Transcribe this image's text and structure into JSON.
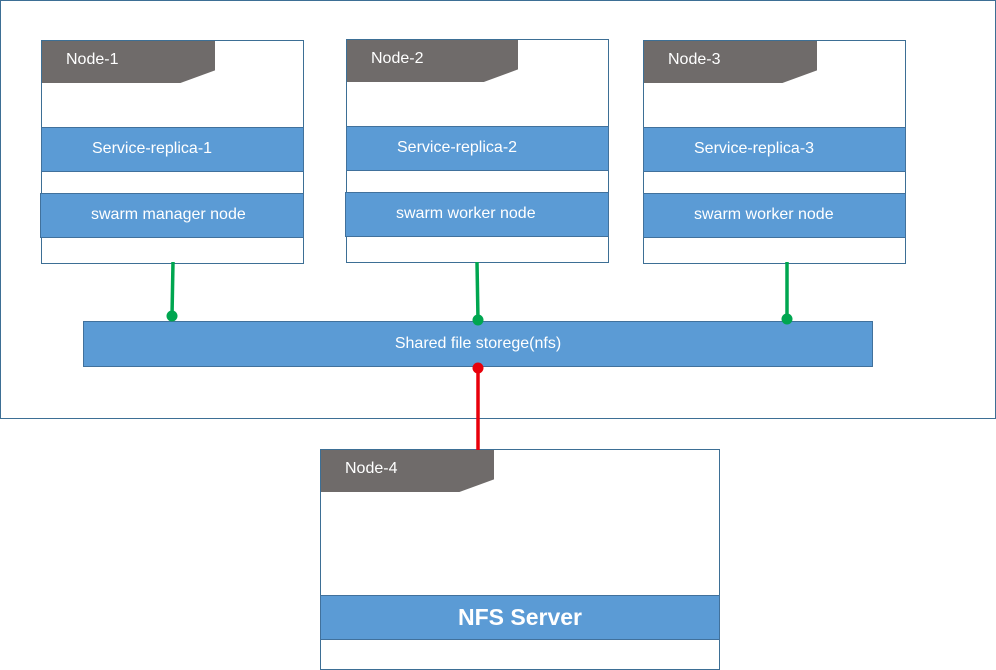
{
  "nodes": [
    {
      "name": "Node-1",
      "service": "Service-replica-1",
      "role": "swarm manager node"
    },
    {
      "name": "Node-2",
      "service": "Service-replica-2",
      "role": "swarm worker node"
    },
    {
      "name": "Node-3",
      "service": "Service-replica-3",
      "role": "swarm worker node"
    }
  ],
  "storage": {
    "label": "Shared file storege(nfs)"
  },
  "nfs_node": {
    "name": "Node-4",
    "service": "NFS Server"
  },
  "colors": {
    "bar_fill": "#5b9bd5",
    "tab_fill": "#6f6b6a",
    "swarm_link": "#00a650",
    "nfs_link": "#e8000b"
  }
}
